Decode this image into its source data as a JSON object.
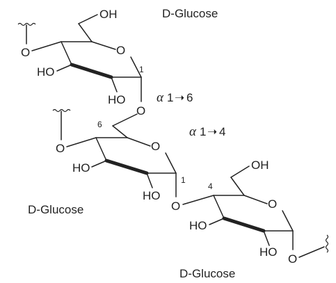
{
  "residues": [
    {
      "name": "D-Glucose",
      "atoms": {
        "oh_c6": "OH",
        "ring_o": "O",
        "oh_c3": "HO",
        "oh_c2": "HO",
        "o_c4": "O"
      },
      "numbers": {
        "anomeric": "1"
      }
    },
    {
      "name": "D-Glucose",
      "atoms": {
        "ring_o": "O",
        "oh_c3": "HO",
        "oh_c2": "HO",
        "o_c4": "O"
      },
      "numbers": {
        "anomeric": "1",
        "c6": "6"
      }
    },
    {
      "name": "D-Glucose",
      "atoms": {
        "oh_c6": "OH",
        "ring_o": "O",
        "oh_c3": "HO",
        "oh_c2": "HO"
      },
      "numbers": {
        "c4": "4"
      }
    }
  ],
  "glycosidic_oxygens": [
    "O",
    "O",
    "O"
  ],
  "linkages": [
    {
      "greek": "α",
      "label": "1",
      "arrow": "➝",
      "target": "6"
    },
    {
      "greek": "α",
      "label": "1",
      "arrow": "➝",
      "target": "4"
    }
  ]
}
